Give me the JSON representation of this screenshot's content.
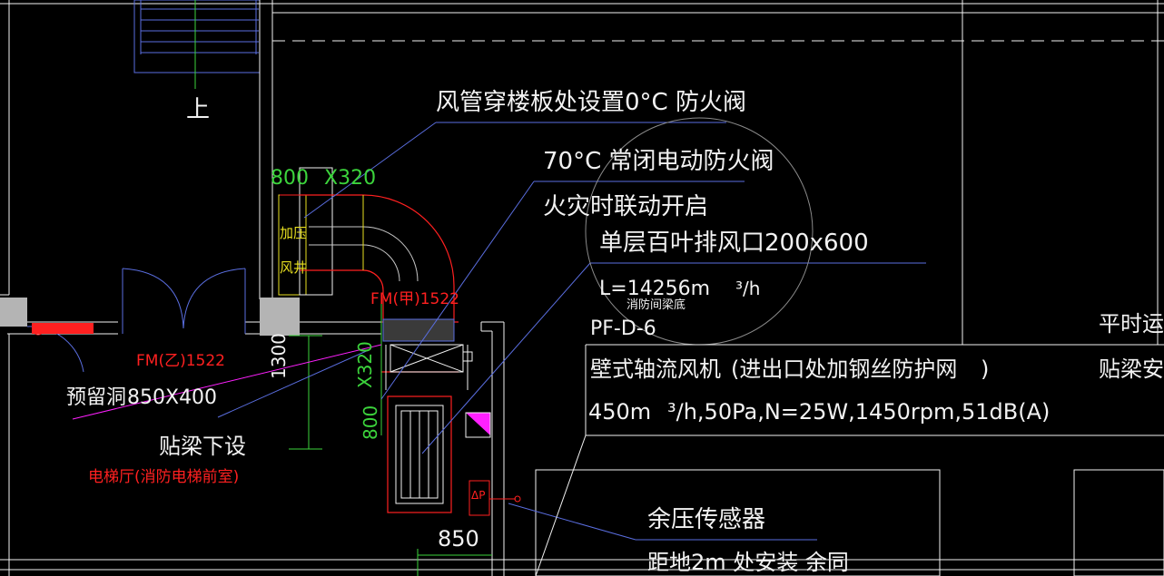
{
  "annotations": {
    "up_mark": "上",
    "duct_damper_note": "风管穿楼板处设置0°C 防火阀",
    "motor_damper_1": "70°C 常闭电动防火阀",
    "motor_damper_2": "火灾时联动开启",
    "louver_outlet": "单层百叶排风口200x600",
    "airflow": "L=14256m",
    "airflow_unit": "³/h",
    "under_beam": "消防间梁底",
    "pf_code": "PF-D-6",
    "fan_desc": "壁式轴流风机",
    "fan_note": "(进出口处加钢丝防护网",
    "fan_note_close": ")",
    "fan_spec": "450m",
    "fan_spec_rest": "³/h,50Pa,N=25W,1450rpm,51dB(A)",
    "right_note_1": "平时运行",
    "right_note_2": "贴梁安装",
    "shaft_label_1": "加压",
    "shaft_label_2": "风井",
    "dim_800_320": "800",
    "dim_x320": "X320",
    "fm_jia": "FM(甲)1522",
    "fm_yi": "FM(乙)1522",
    "reserved_hole": "预留洞",
    "reserved_hole_size": "850X400",
    "under_beam_install": "贴梁下设",
    "elevator_hall": "电梯厅(消防电梯前室)",
    "dim_1300": "1300",
    "dim_x320_v": "X320",
    "dim_800_v": "800",
    "dim_850": "850",
    "dp_label": "ΔP",
    "pressure_sensor": "余压传感器",
    "sensor_install": "距地2m 处安装 余同"
  },
  "colors": {
    "background": "#000000",
    "white_line": "#f2f2f2",
    "blue_line": "#5a6ee0",
    "red_line": "#ff2020",
    "green": "#3cd43c",
    "yellow": "#e8e020",
    "magenta": "#ff20ff",
    "gray_wall": "#b4b4b4"
  }
}
